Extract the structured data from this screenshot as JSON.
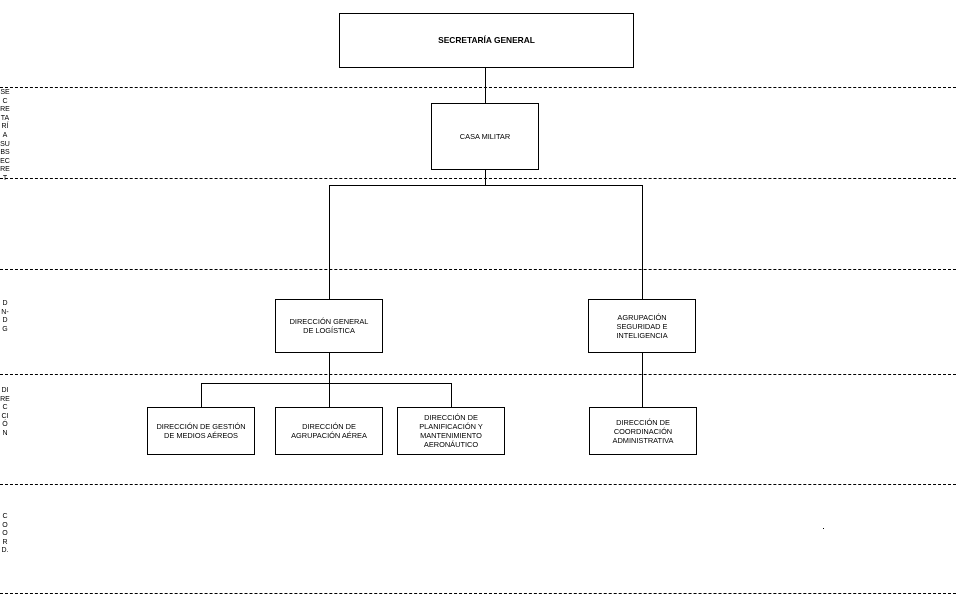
{
  "levels": [
    "SECRETARÍA SUBSECRET",
    "DN-DG",
    "DIRECCIÓN",
    "COORD."
  ],
  "nodes": {
    "secretaria_general": "SECRETARÍA GENERAL",
    "casa_militar": "CASA MILITAR",
    "direccion_general_logistica": "DIRECCIÓN GENERAL DE LOGÍSTICA",
    "agrupacion_seguridad_inteligencia": "AGRUPACIÓN SEGURIDAD E INTELIGENCIA",
    "direccion_gestion_medios_aereos": "DIRECCIÓN DE GESTIÓN DE MEDIOS AÉREOS",
    "direccion_agrupacion_aerea": "DIRECCIÓN DE AGRUPACIÓN AÉREA",
    "direccion_planificacion_mantenimiento": "DIRECCIÓN DE PLANIFICACIÓN Y MANTENIMIENTO AERONÁUTICO",
    "direccion_coordinacion_administrativa": "DIRECCIÓN DE COORDINACIÓN ADMINISTRATIVA"
  }
}
